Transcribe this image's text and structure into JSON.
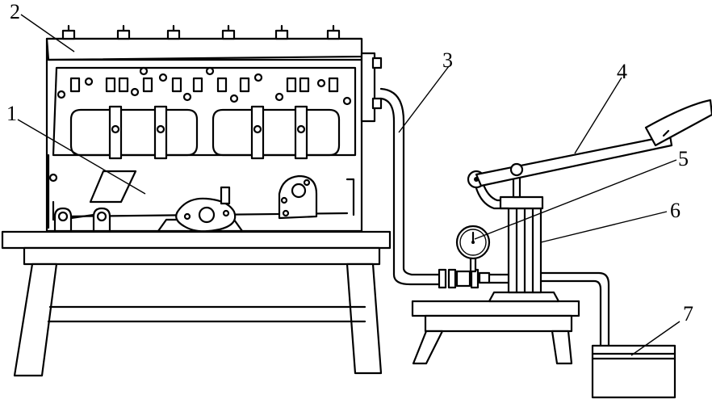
{
  "labels": [
    {
      "id": "1",
      "text": "1"
    },
    {
      "id": "2",
      "text": "2"
    },
    {
      "id": "3",
      "text": "3"
    },
    {
      "id": "4",
      "text": "4"
    },
    {
      "id": "5",
      "text": "5"
    },
    {
      "id": "6",
      "text": "6"
    },
    {
      "id": "7",
      "text": "7"
    }
  ],
  "colors": {
    "line": "#000000",
    "background": "#ffffff"
  }
}
